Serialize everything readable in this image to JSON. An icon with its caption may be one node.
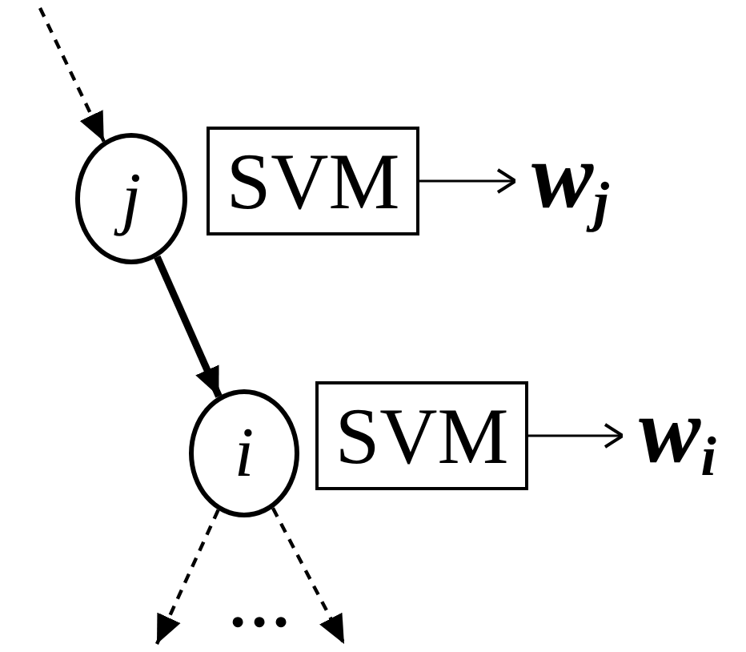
{
  "diagram": {
    "nodes": [
      {
        "text": [
          "j"
        ]
      },
      {
        "text": [
          "SVM"
        ]
      },
      {
        "text": [
          "w$_{j}$"
        ]
      },
      {
        "text": [
          "i"
        ]
      },
      {
        "text": [
          "SVM"
        ]
      },
      {
        "text": [
          "w$_{i}$"
        ]
      }
    ],
    "edges": [
      {
        "from": null,
        "to": 0,
        "arrow": "to",
        "style": "dashed"
      },
      {
        "from": 1,
        "to": 2,
        "arrow": "to"
      },
      {
        "from": 0,
        "to": 3,
        "arrow": "to",
        "style": "thick"
      },
      {
        "from": 4,
        "to": 5,
        "arrow": "to"
      },
      {
        "from": 3,
        "to": null,
        "arrow": "to",
        "style": "dashed"
      },
      {
        "from": 3,
        "to": null,
        "arrow": "to",
        "style": "dashed"
      }
    ],
    "labels": [
      "…"
    ]
  }
}
